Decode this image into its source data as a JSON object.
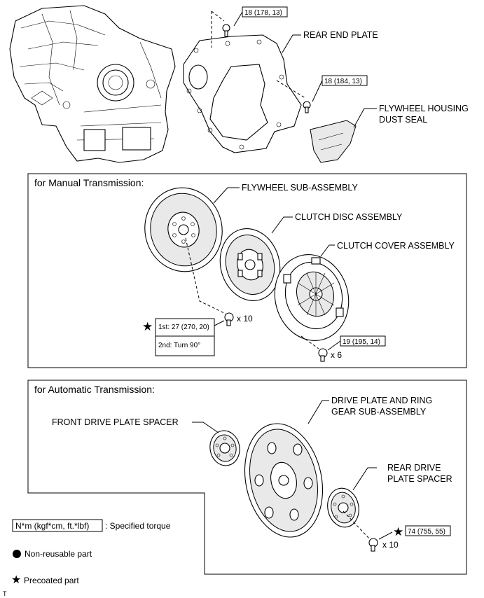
{
  "callouts": {
    "rear_end_plate": "REAR END PLATE",
    "flywheel_housing_dust_seal_1": "FLYWHEEL HOUSING",
    "flywheel_housing_dust_seal_2": "DUST SEAL",
    "flywheel_sub_assembly": "FLYWHEEL SUB-ASSEMBLY",
    "clutch_disc_assembly": "CLUTCH DISC ASSEMBLY",
    "clutch_cover_assembly": "CLUTCH COVER ASSEMBLY",
    "drive_plate_1": "DRIVE PLATE AND RING",
    "drive_plate_2": "GEAR SUB-ASSEMBLY",
    "front_drive_plate_spacer": "FRONT DRIVE PLATE SPACER",
    "rear_drive_plate_spacer_1": "REAR DRIVE",
    "rear_drive_plate_spacer_2": "PLATE SPACER"
  },
  "sections": {
    "manual": "for Manual Transmission:",
    "automatic": "for Automatic Transmission:"
  },
  "torques": {
    "top_bolt": "18 (178, 13)",
    "right_bolt": "18 (184, 13)",
    "flywheel_1st": "1st: 27 (270, 20)",
    "flywheel_2nd": "2nd: Turn 90°",
    "clutch_cover": "19 (195, 14)",
    "drive_plate": "74 (755, 55)"
  },
  "quantities": {
    "flywheel_bolts": "x 10",
    "clutch_bolts": "x 6",
    "drive_plate_bolts": "x 10"
  },
  "legend": {
    "torque_box": "N*m (kgf*cm, ft.*lbf)",
    "torque_text": ": Specified torque",
    "non_reusable": "Non-reusable part",
    "precoated": "Precoated part"
  },
  "footer_mark": "T"
}
